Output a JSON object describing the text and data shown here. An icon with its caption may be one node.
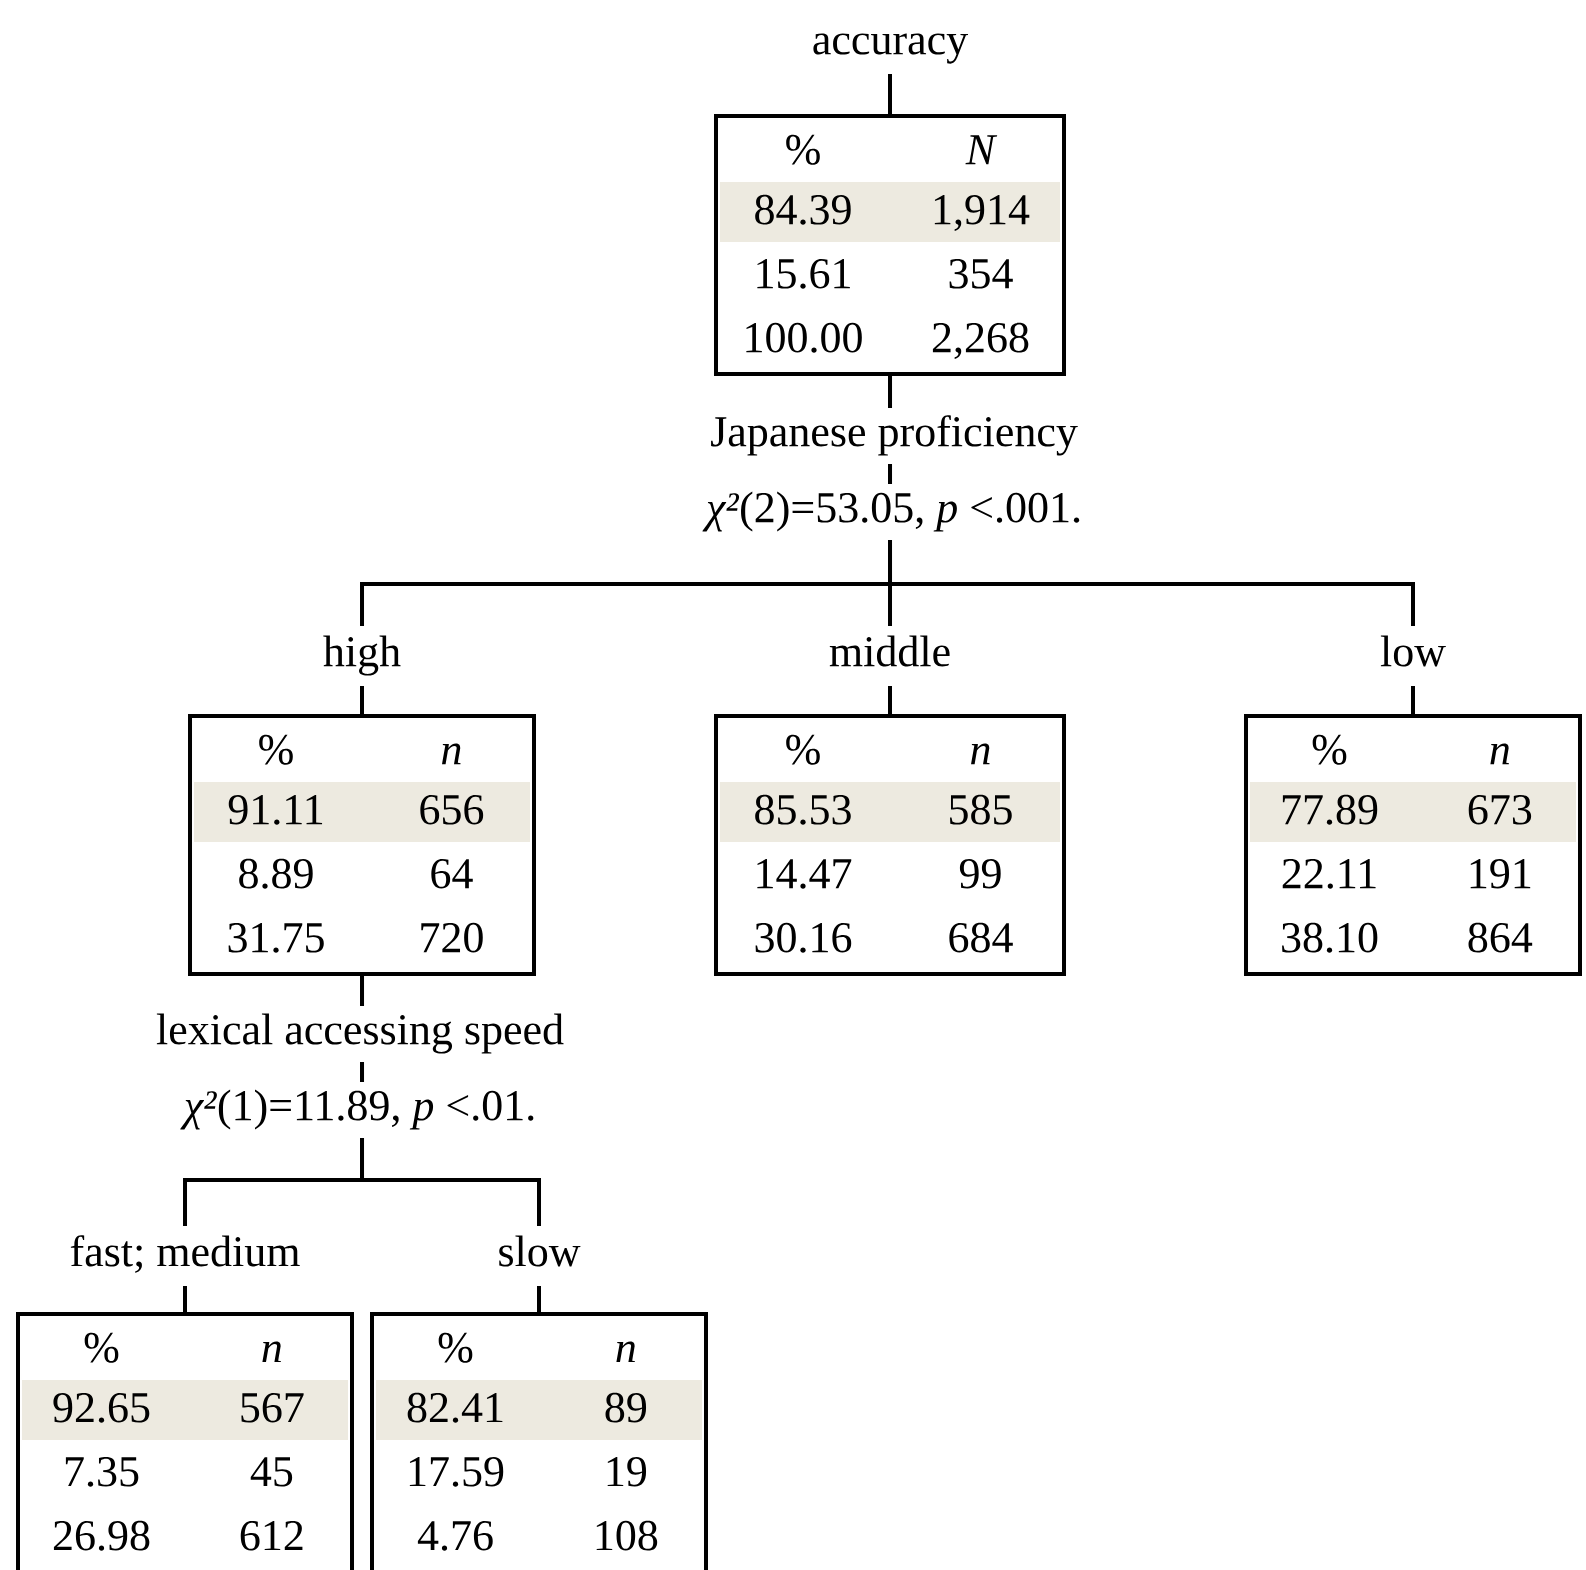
{
  "diagram": {
    "nodes": [
      {
        "text": [
          "accuracy",
          "%",
          "N",
          "84.39",
          "1,914",
          "15.61",
          "354",
          "100.00",
          "2,268"
        ]
      },
      {
        "text": [
          "high",
          "%",
          "n",
          "91.11",
          "656",
          "8.89",
          "64",
          "31.75",
          "720"
        ]
      },
      {
        "text": [
          "middle",
          "%",
          "n",
          "85.53",
          "585",
          "14.47",
          "99",
          "30.16",
          "684"
        ]
      },
      {
        "text": [
          "low",
          "%",
          "n",
          "77.89",
          "673",
          "22.11",
          "191",
          "38.10",
          "864"
        ]
      },
      {
        "text": [
          "fast; medium",
          "%",
          "n",
          "92.65",
          "567",
          "7.35",
          "45",
          "26.98",
          "612"
        ]
      },
      {
        "text": [
          "slow",
          "%",
          "n",
          "82.41",
          "89",
          "17.59",
          "19",
          "4.76",
          "108"
        ]
      }
    ],
    "edges": [
      {
        "from": 0,
        "to": 1,
        "arrow": "none"
      },
      {
        "from": 0,
        "to": 2,
        "arrow": "none"
      },
      {
        "from": 0,
        "to": 3,
        "arrow": "none"
      },
      {
        "from": 1,
        "to": 4,
        "arrow": "none"
      },
      {
        "from": 1,
        "to": 5,
        "arrow": "none"
      }
    ],
    "labels": [
      "Japanese proficiency",
      "*χ²*(2)=53.05, *p* <.001.",
      "lexical accessing speed",
      "*χ²*(1)=11.89, *p* <.01."
    ]
  }
}
